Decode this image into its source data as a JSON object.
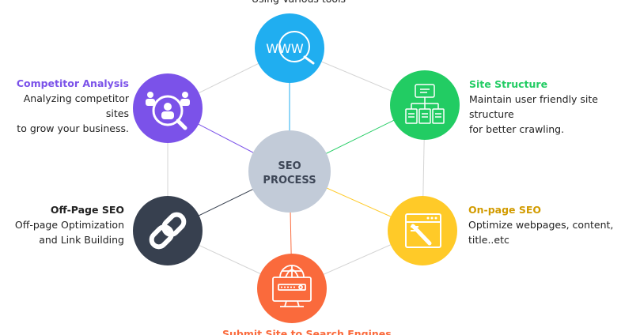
{
  "center": {
    "line1": "SEO",
    "line2": "PROCESS"
  },
  "nodes": {
    "keyword": {
      "desc_tail": "Using Various tools",
      "color": "#20aef0",
      "icon": "www-search-icon"
    },
    "competitor": {
      "title": "Competitor Analysis",
      "desc1": "Analyzing competitor sites",
      "desc2": "to grow your business.",
      "color": "#7b52e9",
      "icon": "team-search-icon"
    },
    "site": {
      "title": "Site Structure",
      "desc1": "Maintain user friendly site structure",
      "desc2": "for better crawling.",
      "color": "#22cc63",
      "icon": "sitemap-icon"
    },
    "offpage": {
      "title": "Off-Page SEO",
      "desc1": "Off-page Optimization",
      "desc2": "and Link Building",
      "color": "#37404f",
      "icon": "link-icon"
    },
    "onpage": {
      "title": "On-page SEO",
      "desc1": "Optimize webpages, content,",
      "desc2": "title..etc",
      "color": "#ffca28",
      "icon": "webpage-edit-icon"
    },
    "submit": {
      "title": "Submit Site to Search Engines",
      "color": "#fa6a3c",
      "icon": "monitor-globe-icon"
    }
  },
  "title_colors": {
    "competitor": "#7b52e9",
    "site": "#22cc63",
    "offpage": "#222222",
    "onpage": "#d29b00",
    "submit": "#fa6a3c"
  }
}
